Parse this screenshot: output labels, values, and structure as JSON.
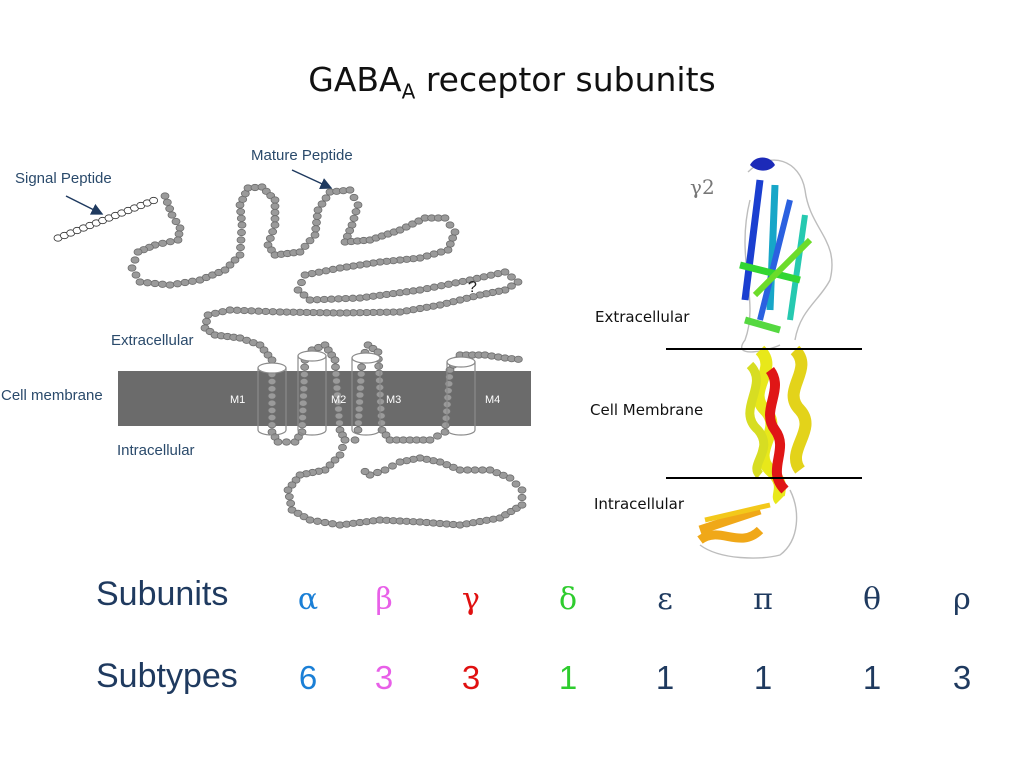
{
  "title": {
    "main": "GABA",
    "sub": "A",
    "rest": " receptor subunits"
  },
  "topology": {
    "signal_peptide": "Signal Peptide",
    "mature_peptide": "Mature Peptide",
    "extracellular": "Extracellular",
    "cell_membrane": "Cell membrane",
    "intracellular": "Intracellular",
    "segments": [
      "M1",
      "M2",
      "M3",
      "M4"
    ],
    "question": "?"
  },
  "structure": {
    "label": "γ2",
    "extracellular": "Extracellular",
    "membrane": "Cell Membrane",
    "intracellular": "Intracellular"
  },
  "table": {
    "row1_label": "Subunits",
    "row2_label": "Subtypes",
    "columns": [
      {
        "symbol": "α",
        "count": "6",
        "color": "#1a7fd6"
      },
      {
        "symbol": "β",
        "count": "3",
        "color": "#e85fe8"
      },
      {
        "symbol": "γ",
        "count": "3",
        "color": "#e01010"
      },
      {
        "symbol": "δ",
        "count": "1",
        "color": "#2ecc2e"
      },
      {
        "symbol": "ε",
        "count": "1",
        "color": "#1f3a5f"
      },
      {
        "symbol": "π",
        "count": "1",
        "color": "#1f3a5f"
      },
      {
        "symbol": "θ",
        "count": "1",
        "color": "#1f3a5f"
      },
      {
        "symbol": "ρ",
        "count": "3",
        "color": "#1f3a5f"
      }
    ]
  }
}
